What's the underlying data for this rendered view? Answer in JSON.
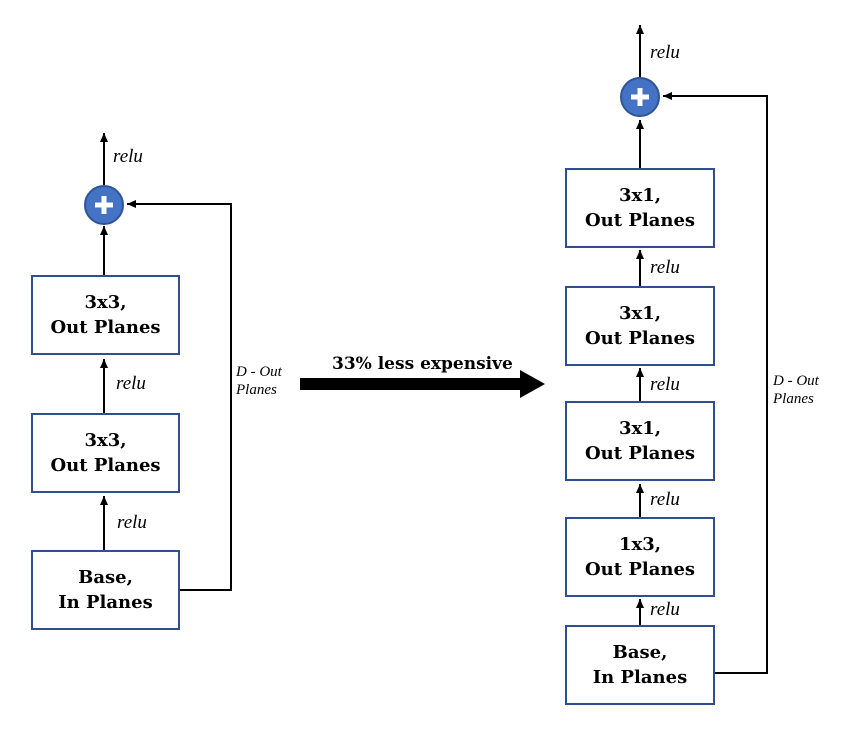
{
  "left_block": {
    "boxes": [
      {
        "line1": "3x3,",
        "line2": "Out Planes"
      },
      {
        "line1": "3x3,",
        "line2": "Out Planes"
      },
      {
        "line1": "Base,",
        "line2": "In Planes"
      }
    ],
    "relu_top": "relu",
    "relu_mid": "relu",
    "relu_low": "relu",
    "skip_line1": "D - Out",
    "skip_line2": "Planes"
  },
  "transition": {
    "label": "33% less expensive"
  },
  "right_block": {
    "boxes": [
      {
        "line1": "3x1,",
        "line2": "Out Planes"
      },
      {
        "line1": "3x1,",
        "line2": "Out Planes"
      },
      {
        "line1": "3x1,",
        "line2": "Out Planes"
      },
      {
        "line1": "1x3,",
        "line2": "Out Planes"
      },
      {
        "line1": "Base,",
        "line2": "In Planes"
      }
    ],
    "relu_top": "relu",
    "relu_1": "relu",
    "relu_2": "relu",
    "relu_3": "relu",
    "relu_4": "relu",
    "skip_line1": "D - Out",
    "skip_line2": "Planes"
  },
  "colors": {
    "box_border": "#2f4f8f",
    "add_node_fill": "#4472c4",
    "arrow": "#000000"
  },
  "icons": {
    "add_node": "plus-circle-icon"
  }
}
